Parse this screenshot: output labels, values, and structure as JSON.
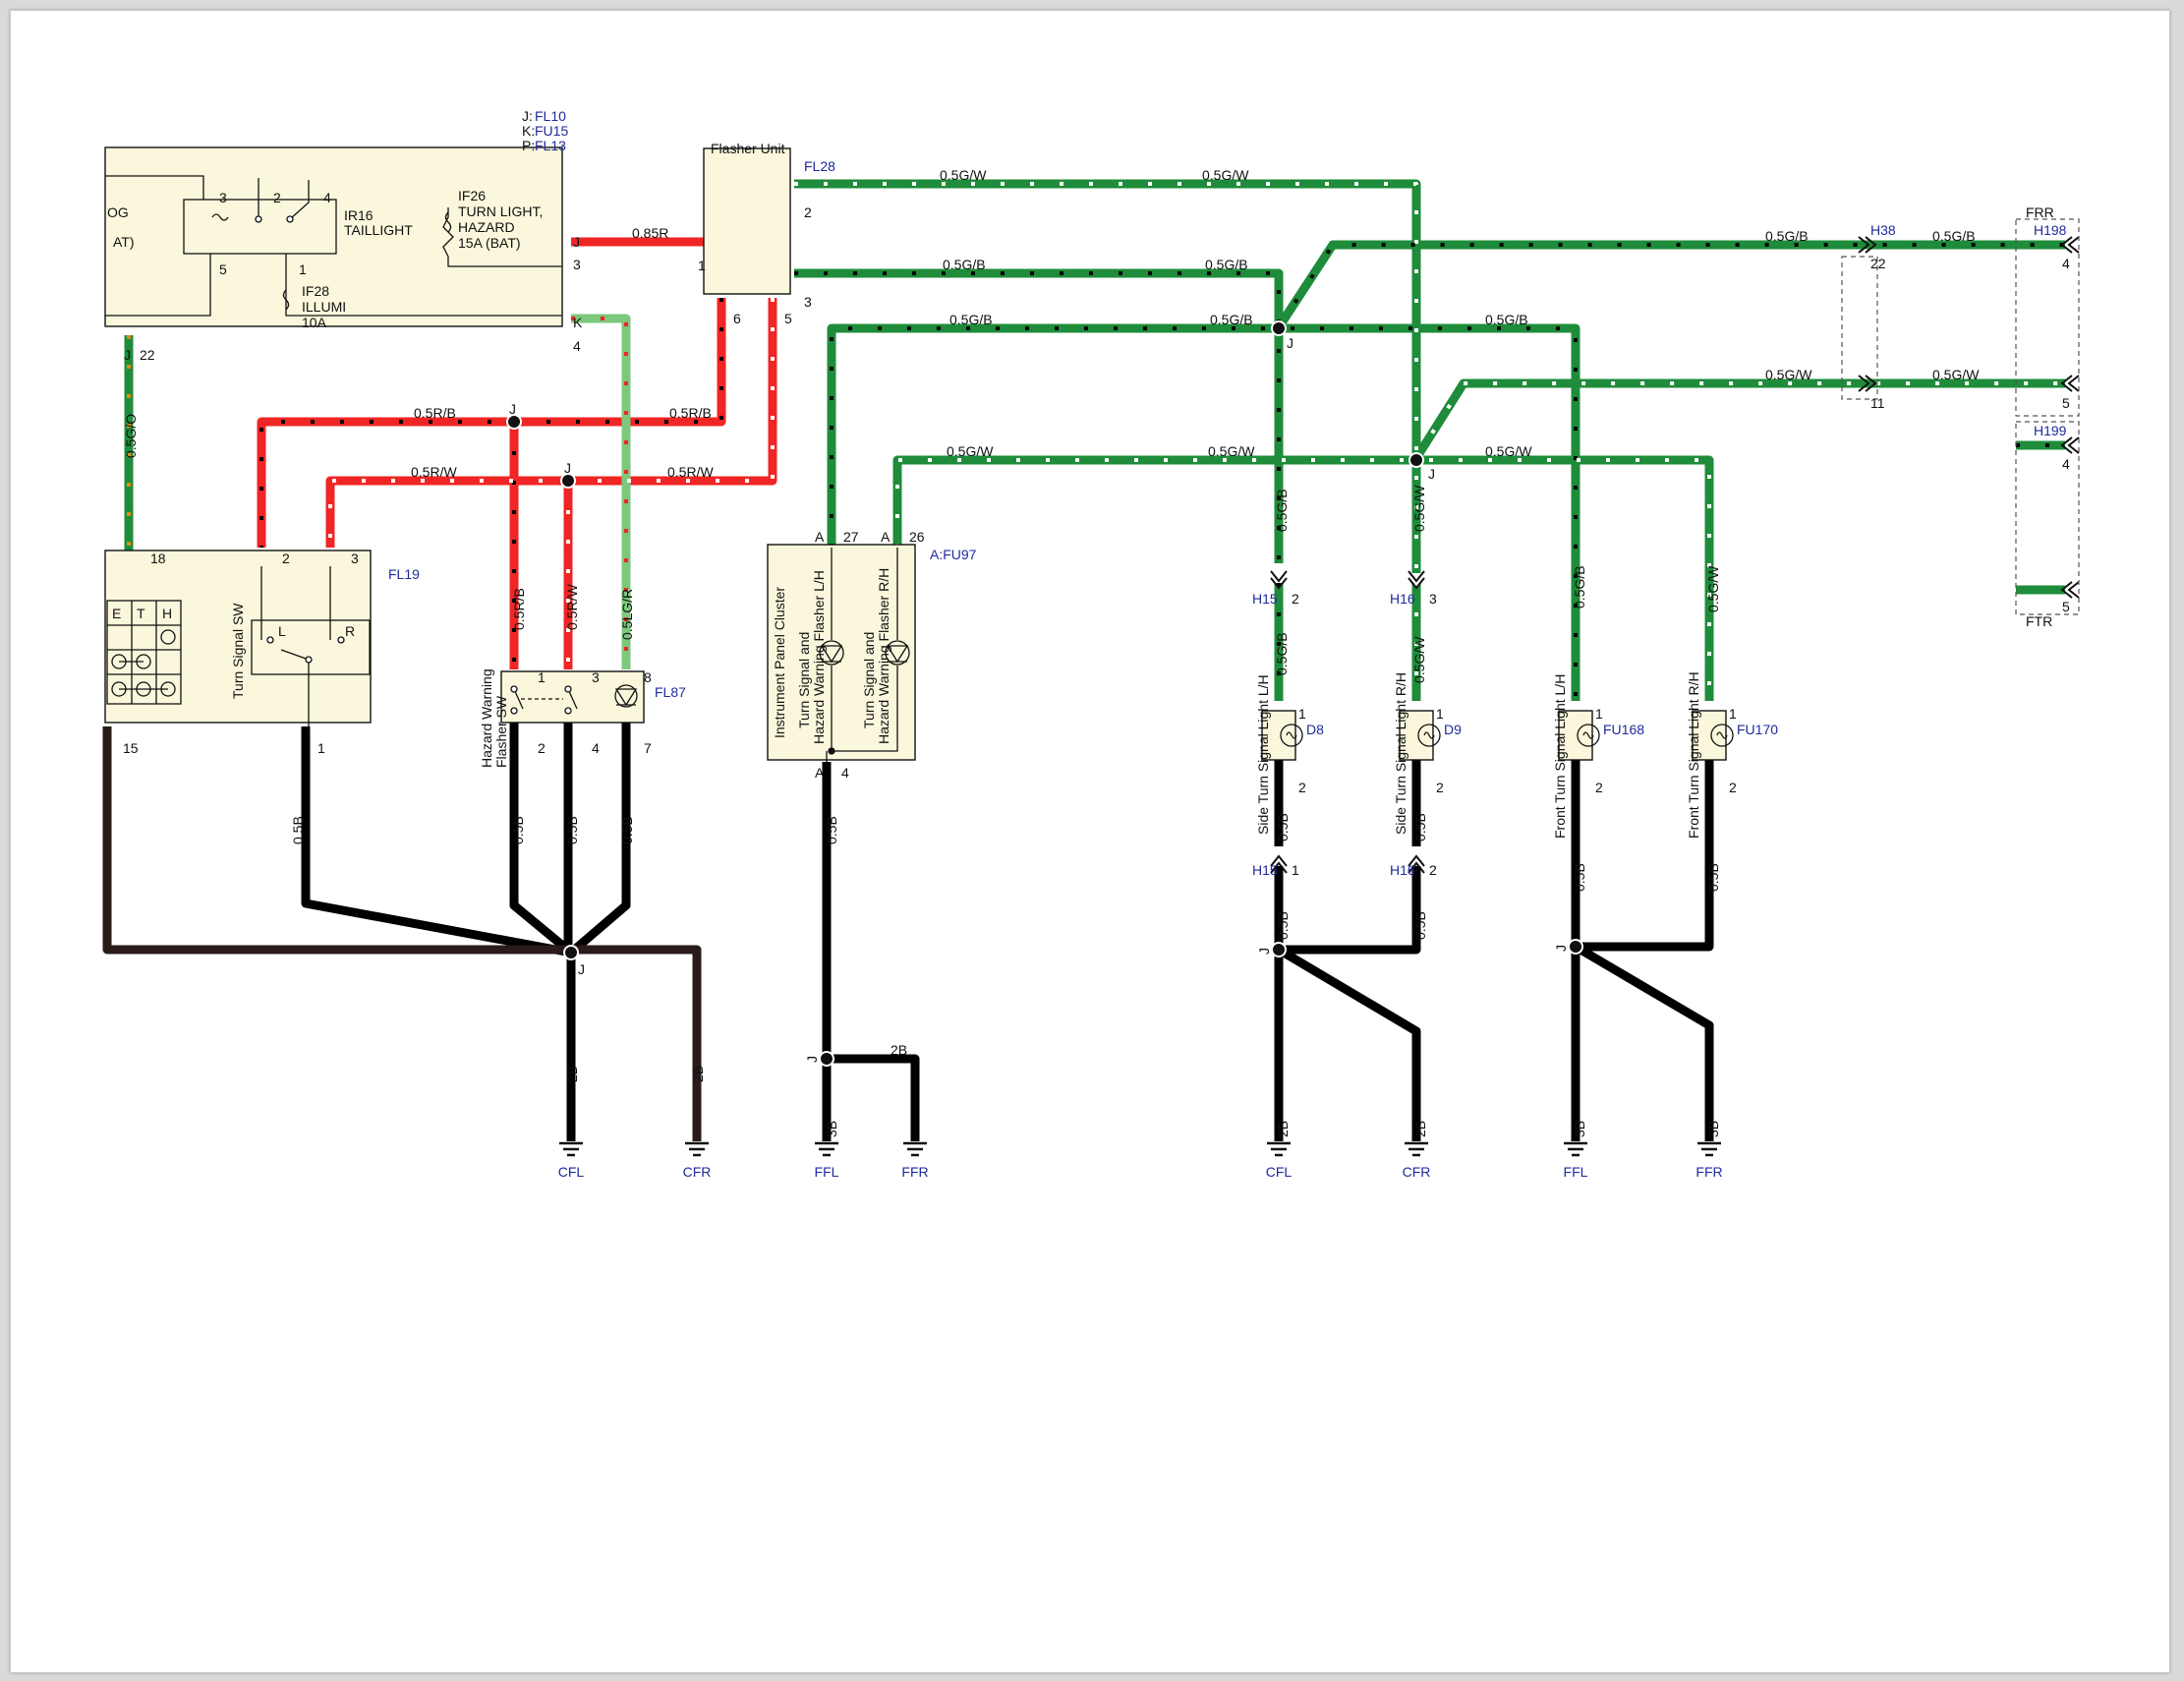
{
  "fuse_box": {
    "fuse_refs_prefix": [
      "J:",
      "K:",
      "P:"
    ],
    "fuse_refs": [
      "FL10",
      "FU15",
      "FL13"
    ],
    "partial_left": [
      "OG",
      "AT)"
    ],
    "ir16": "IR16",
    "taillight": "TAILLIGHT",
    "if26_lines": [
      "IF26",
      "TURN LIGHT,",
      "HAZARD",
      "15A (BAT)"
    ],
    "if28_lines": [
      "IF28",
      "ILLUMI",
      "10A"
    ],
    "pins": {
      "p3": "3",
      "p2": "2",
      "p4": "4",
      "p5": "5",
      "p1": "1",
      "J": "J",
      "K": "K",
      "out3": "3",
      "out4": "4",
      "j22_J": "J",
      "j22": "22"
    }
  },
  "flasher": {
    "title": "Flasher Unit",
    "ref": "FL28",
    "pins": {
      "p2": "2",
      "p1": "1",
      "p3": "3",
      "p6": "6",
      "p5": "5"
    }
  },
  "turn_signal_sw": {
    "title": "Turn Signal SW",
    "ref": "FL19",
    "L": "L",
    "R": "R",
    "grid_headers": [
      "E",
      "T",
      "H"
    ],
    "pins": {
      "p18": "18",
      "p2": "2",
      "p3": "3",
      "p15": "15",
      "p1": "1"
    }
  },
  "hazard_sw": {
    "title_lines": [
      "Hazard Warning",
      "Flasher SW"
    ],
    "ref": "FL87",
    "pins": {
      "p1": "1",
      "p3": "3",
      "p8": "8",
      "p2": "2",
      "p4": "4",
      "p7": "7"
    }
  },
  "cluster": {
    "title": "Instrument Panel Cluster",
    "lh_lines": [
      "Turn Signal and",
      "Hazard Warning Flasher L/H"
    ],
    "rh_lines": [
      "Turn Signal and",
      "Hazard Warning Flasher R/H"
    ],
    "ref": "A:FU97",
    "pins": {
      "a27": "A",
      "p27": "27",
      "a26": "A",
      "p26": "26",
      "a4": "A",
      "p4": "4"
    }
  },
  "lamps": [
    {
      "label": "Side Turn Signal Light  L/H",
      "ref": "D8",
      "top": "1",
      "bot": "2"
    },
    {
      "label": "Side Turn Signal Light  R/H",
      "ref": "D9",
      "top": "1",
      "bot": "2"
    },
    {
      "label": "Front Turn Signal Light L/H",
      "ref": "FU168",
      "top": "1",
      "bot": "2"
    },
    {
      "label": "Front Turn Signal Light R/H",
      "ref": "FU170",
      "top": "1",
      "bot": "2"
    }
  ],
  "connectors": {
    "h15a": "H15",
    "h15a_pin": "2",
    "h16a": "H16",
    "h16a_pin": "3",
    "h15b": "H15",
    "h15b_pin": "1",
    "h16b": "H16",
    "h16b_pin": "2",
    "h38": "H38",
    "h38_pin22": "22",
    "h38_pin11": "11",
    "h198": "H198",
    "h198_pin4": "4",
    "h198_pin5": "5",
    "h199": "H199",
    "h199_pin4": "4",
    "h199_pin5": "5",
    "frr": "FRR",
    "ftr": "FTR"
  },
  "wire_labels": {
    "g_w_top1": "0.5G/W",
    "g_w_top2": "0.5G/W",
    "g_b_1": "0.5G/B",
    "g_b_2": "0.5G/B",
    "g_b_3": "0.5G/B",
    "g_b_4": "0.5G/B",
    "g_b_5": "0.5G/B",
    "g_b_6": "0.5G/B",
    "g_b_7": "0.5G/B",
    "g_w_r1": "0.5G/W",
    "g_w_r2": "0.5G/W",
    "g_w_4": "0.5G/W",
    "g_w_5": "0.5G/W",
    "g_w_6": "0.5G/W",
    "r_85": "0.85R",
    "rb_1": "0.5R/B",
    "rb_2": "0.5R/B",
    "rw_1": "0.5R/W",
    "rw_2": "0.5R/W",
    "g_o": "0.5G/O",
    "v_rb": "0.5R/B",
    "v_rw": "0.5R/W",
    "v_lgr": "0.5LG/R",
    "v_gb_1": "0.5G/B",
    "v_gw_1": "0.5G/W",
    "v_gb_2": "0.5G/B",
    "v_gw_2": "0.5G/W",
    "v_gb_3": "0.5G/B",
    "v_gw_3": "0.5G/W",
    "b_1": "0.5B",
    "b_2": "0.5B",
    "b_3": "0.5B",
    "b_4": "0.5B",
    "b_5": "0.5B",
    "b_6": "0.5B",
    "b_7": "0.5B",
    "b_8": "0.5B",
    "b_9": "0.5B",
    "b_10": "0.5B",
    "b_11": "0.5B",
    "b_12": "0.5B",
    "b2_1": "2B",
    "b2_2": "2B",
    "b2_3": "2B",
    "b2_4": "2B",
    "b2_5": "2B",
    "b3_1": "3B",
    "b3_2": "3B",
    "b3_3": "3B"
  },
  "junctions": {
    "j_rb": "J",
    "j_rw": "J",
    "j_gb": "J",
    "j_gw": "J",
    "j_gnd_main": "J",
    "j_gnd_cl": "J",
    "j_gnd_side": "J",
    "j_gnd_front": "J"
  },
  "grounds": [
    "CFL",
    "CFR",
    "FFL",
    "FFR",
    "CFL",
    "CFR",
    "FFL",
    "FFR"
  ],
  "colors": {
    "red": "#f02525",
    "green": "#1e8c3a",
    "lightgreen": "#7cc87c",
    "black": "#000000",
    "darkbrown": "#2a1a1a",
    "orange": "#e08a1a",
    "component_fill": "#fbf7dc",
    "ref_blue": "#1f2a9c"
  }
}
